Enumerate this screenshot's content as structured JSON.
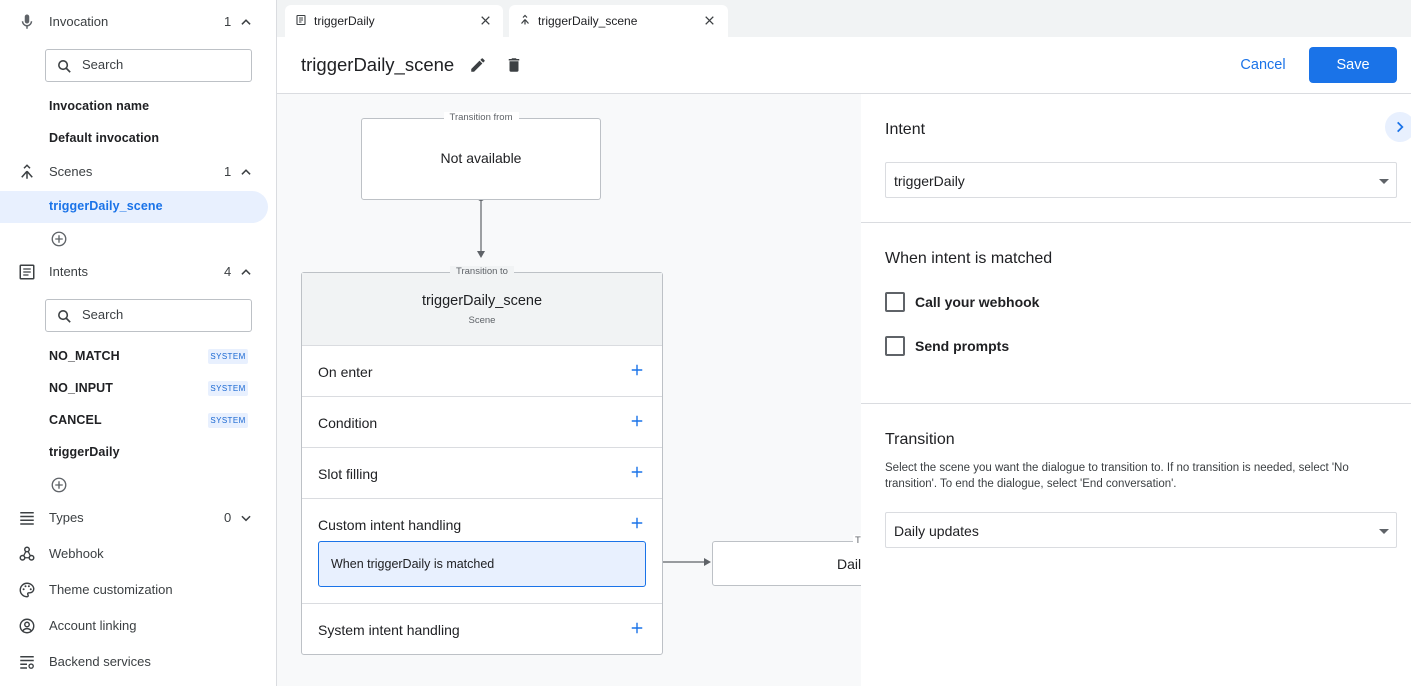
{
  "sidebar": {
    "invocation": {
      "label": "Invocation",
      "count": "1"
    },
    "invocation_search": {
      "placeholder": "Search"
    },
    "invocation_items": [
      "Invocation name",
      "Default invocation"
    ],
    "scenes": {
      "label": "Scenes",
      "count": "1"
    },
    "scene_items": [
      "triggerDaily_scene"
    ],
    "intents": {
      "label": "Intents",
      "count": "4"
    },
    "intents_search": {
      "placeholder": "Search"
    },
    "intent_items": [
      {
        "label": "NO_MATCH",
        "badge": "SYSTEM"
      },
      {
        "label": "NO_INPUT",
        "badge": "SYSTEM"
      },
      {
        "label": "CANCEL",
        "badge": "SYSTEM"
      },
      {
        "label": "triggerDaily",
        "badge": ""
      }
    ],
    "types": {
      "label": "Types",
      "count": "0"
    },
    "webhook": {
      "label": "Webhook"
    },
    "theme": {
      "label": "Theme customization"
    },
    "account_linking": {
      "label": "Account linking"
    },
    "backend": {
      "label": "Backend services"
    }
  },
  "tabs": [
    {
      "label": "triggerDaily",
      "icon": "document-icon"
    },
    {
      "label": "triggerDaily_scene",
      "icon": "scene-icon"
    }
  ],
  "header": {
    "title": "triggerDaily_scene",
    "cancel_label": "Cancel",
    "save_label": "Save"
  },
  "canvas": {
    "from_legend": "Transition from",
    "from_value": "Not available",
    "to_legend": "Transition to",
    "scene_name": "triggerDaily_scene",
    "scene_subtitle": "Scene",
    "rows": [
      "On enter",
      "Condition",
      "Slot filling",
      "Custom intent handling",
      "System intent handling"
    ],
    "handler": "When triggerDaily is matched",
    "target_legend": "Tr",
    "target_value": "Dail"
  },
  "panel": {
    "intent_heading": "Intent",
    "intent_value": "triggerDaily",
    "matched_heading": "When intent is matched",
    "checkbox_webhook": "Call your webhook",
    "checkbox_prompts": "Send prompts",
    "transition_heading": "Transition",
    "transition_desc": "Select the scene you want the dialogue to transition to. If no transition is needed, select 'No transition'. To end the dialogue, select 'End conversation'.",
    "transition_value": "Daily updates"
  },
  "colors": {
    "accent": "#1a73e8",
    "active_bg": "#e8f0fe",
    "border": "#dadce0"
  }
}
